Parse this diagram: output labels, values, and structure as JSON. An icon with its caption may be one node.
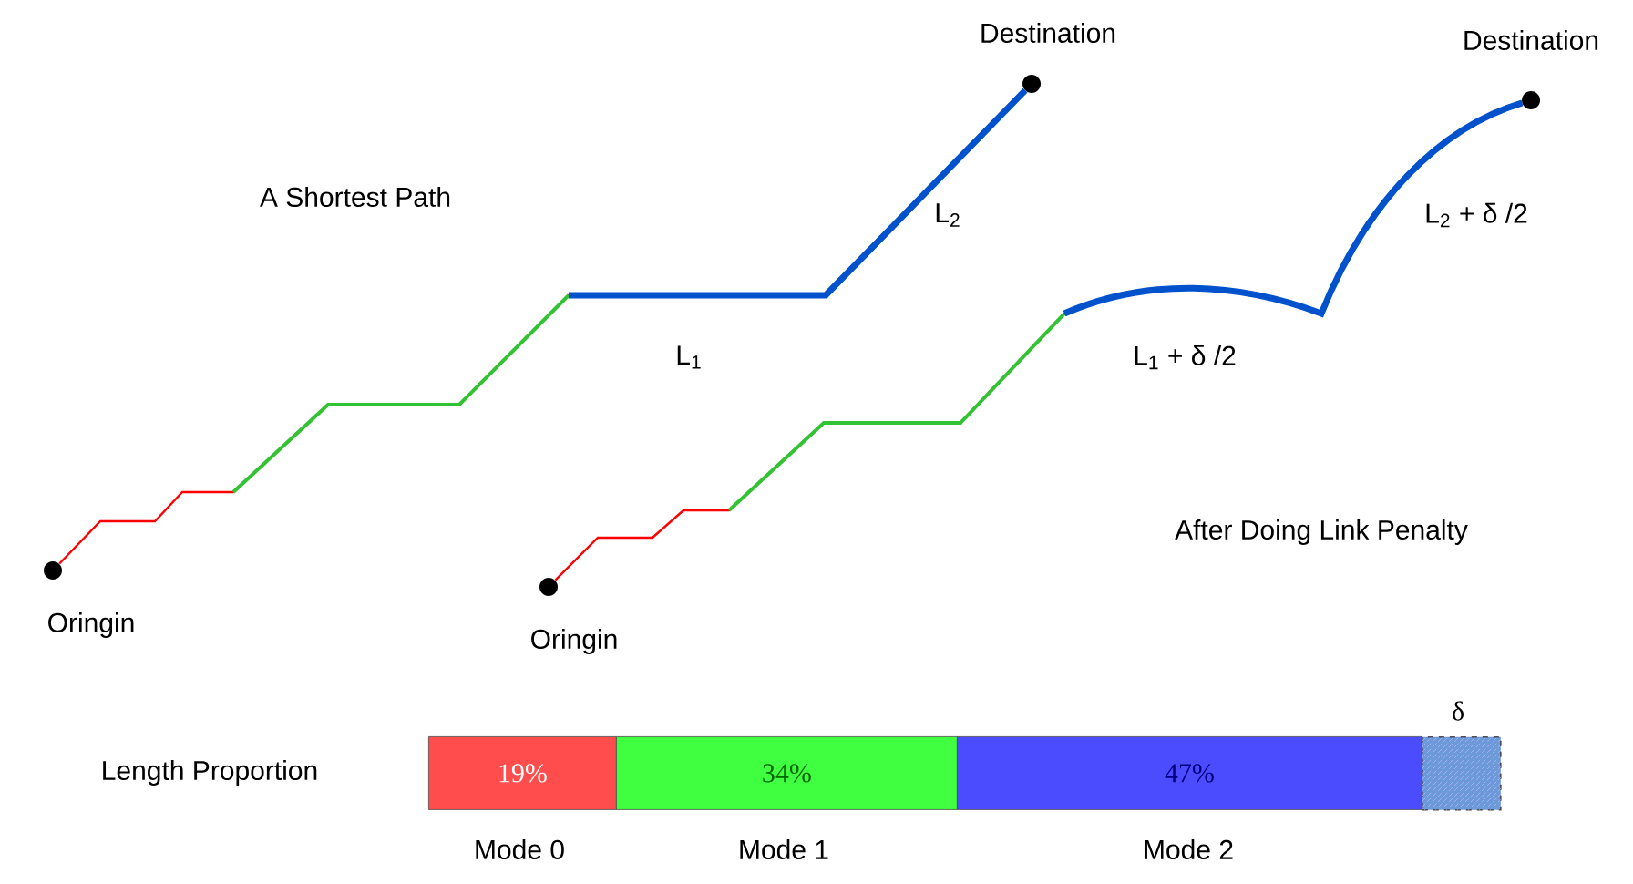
{
  "diagram": {
    "nodes": [
      {
        "text": [
          "Destination"
        ]
      },
      {
        "text": [
          "Destination"
        ]
      },
      {
        "text": [
          "Oringin"
        ]
      },
      {
        "text": [
          "Oringin"
        ]
      },
      {
        "text": [
          "19%"
        ],
        "beside": [
          "Mode 0"
        ]
      },
      {
        "text": [
          "34%"
        ],
        "beside": [
          "Mode 1"
        ]
      },
      {
        "text": [
          "47%"
        ],
        "beside": [
          "Mode 2"
        ]
      },
      {
        "text": [],
        "shape": "box",
        "beside": [
          "δ"
        ]
      }
    ],
    "edges": [
      {
        "from": 2,
        "to": 0,
        "arrow": "none"
      },
      {
        "from": 3,
        "to": 1,
        "arrow": "none"
      }
    ],
    "labels": [
      "A Shortest Path",
      "L$_{2}$",
      "L$_{2}$ + δ /2",
      "L$_{1}$",
      "L$_{1}$ + δ /2",
      "After Doing Link Penalty",
      "Length Proportion"
    ]
  }
}
